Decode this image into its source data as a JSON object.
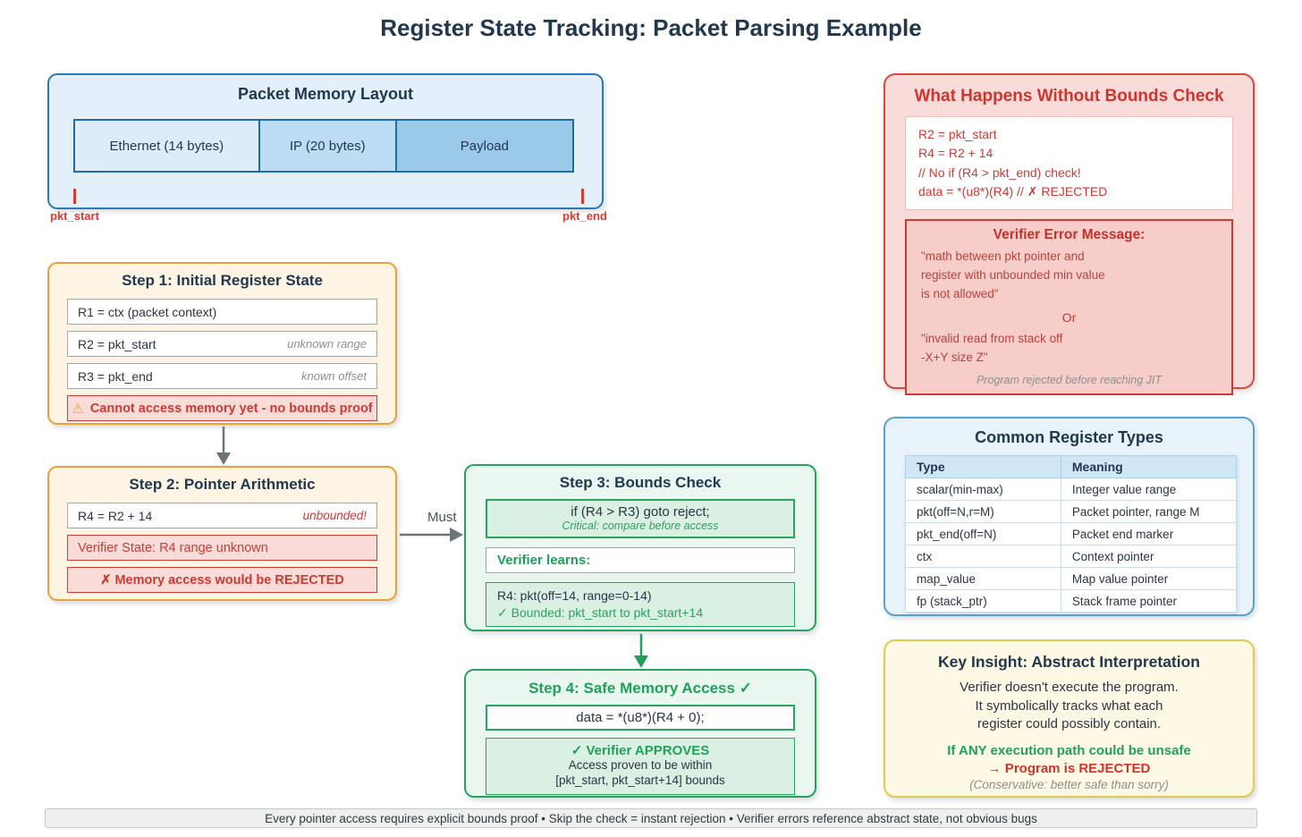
{
  "title": "Register State Tracking: Packet Parsing Example",
  "memory_layout": {
    "title": "Packet Memory Layout",
    "segments": [
      {
        "label": "Ethernet (14 bytes)",
        "color": "#dcecf8"
      },
      {
        "label": "IP (20 bytes)",
        "color": "#bcdcf3"
      },
      {
        "label": "Payload",
        "color": "#9bc9ea"
      }
    ],
    "start_label": "pkt_start",
    "end_label": "pkt_end"
  },
  "step1": {
    "title": "Step 1: Initial Register State",
    "rows": [
      {
        "code": "R1 = ctx (packet context)",
        "note": ""
      },
      {
        "code": "R2 = pkt_start",
        "note": "unknown range"
      },
      {
        "code": "R3 = pkt_end",
        "note": "known offset"
      }
    ],
    "warning_icon": "⚠",
    "warning": "Cannot access memory yet - no bounds proof"
  },
  "step2": {
    "title": "Step 2: Pointer Arithmetic",
    "code": "R4 = R2 + 14",
    "code_note": "unbounded!",
    "state": "Verifier State: R4 range unknown",
    "rejected": "✗ Memory access would be REJECTED"
  },
  "arrow_label": "Must",
  "step3": {
    "title": "Step 3: Bounds Check",
    "check_code": "if (R4 > R3) goto reject;",
    "check_note": "Critical: compare before access",
    "learns_label": "Verifier learns:",
    "state": "R4: pkt(off=14, range=0-14)",
    "bounded": "✓ Bounded: pkt_start to pkt_start+14"
  },
  "step4": {
    "title": "Step 4: Safe Memory Access ✓",
    "code": "data = *(u8*)(R4 + 0);",
    "approves": "✓ Verifier APPROVES",
    "proof_line1": "Access proven to be within",
    "proof_line2": "[pkt_start, pkt_start+14] bounds"
  },
  "without_check": {
    "title": "What Happens Without Bounds Check",
    "code_lines": [
      "R2 = pkt_start",
      "R4 = R2 + 14",
      "// No if (R4 > pkt_end) check!",
      "data = *(u8*)(R4) // ✗ REJECTED"
    ],
    "error_title": "Verifier Error Message:",
    "error_msg1_lines": [
      "\"math between pkt pointer and",
      "register with unbounded min value",
      "is not allowed\""
    ],
    "or_label": "Or",
    "error_msg2_lines": [
      "\"invalid read from stack off",
      "-X+Y size Z\""
    ],
    "footnote": "Program rejected before reaching JIT"
  },
  "register_types": {
    "title": "Common Register Types",
    "columns": [
      "Type",
      "Meaning"
    ],
    "rows": [
      [
        "scalar(min-max)",
        "Integer value range"
      ],
      [
        "pkt(off=N,r=M)",
        "Packet pointer, range M"
      ],
      [
        "pkt_end(off=N)",
        "Packet end marker"
      ],
      [
        "ctx",
        "Context pointer"
      ],
      [
        "map_value",
        "Map value pointer"
      ],
      [
        "fp (stack_ptr)",
        "Stack frame pointer"
      ]
    ]
  },
  "key_insight": {
    "title": "Key Insight: Abstract Interpretation",
    "body_line1": "Verifier doesn't execute the program.",
    "body_line2": "It symbolically tracks what each",
    "body_line3": "register could possibly contain.",
    "unsafe_line": "If ANY execution path could be unsafe",
    "rejected_line": "→ Program is REJECTED",
    "note": "(Conservative: better safe than sorry)"
  },
  "footer": "Every pointer access requires explicit bounds proof • Skip the check = instant rejection • Verifier errors reference abstract state, not obvious bugs",
  "colors": {
    "navy": "#22384f",
    "blue_border": "#2b7ab8",
    "orange_border": "#e9a23b",
    "red": "#cc3b33",
    "green": "#21a05c",
    "yellow_border": "#e4c94d",
    "gray_arrow": "#6b7478"
  }
}
